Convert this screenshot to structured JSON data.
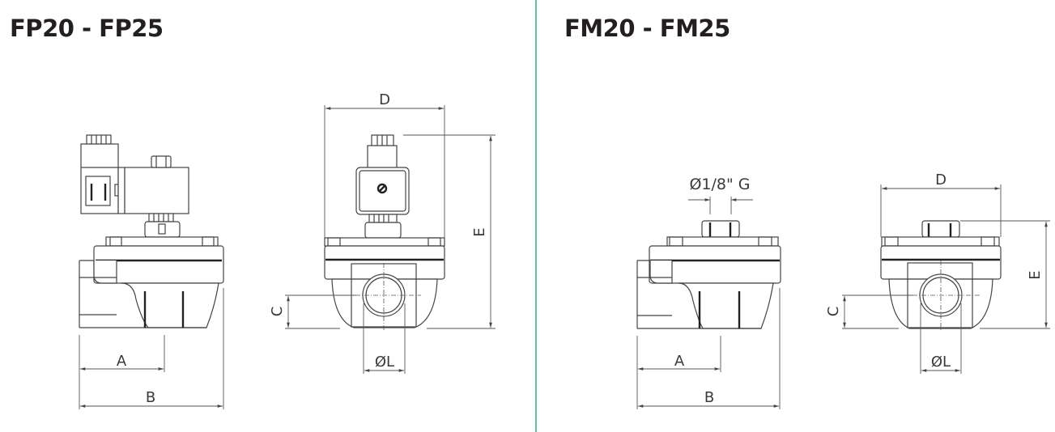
{
  "panels": {
    "left": {
      "title": "FP20 - FP25",
      "side_view": {
        "dim_labels": {
          "a": "A",
          "b": "B"
        }
      },
      "front_view": {
        "dim_labels": {
          "c": "C",
          "d": "D",
          "e": "E",
          "l": "ØL"
        }
      }
    },
    "right": {
      "title": "FM20 - FM25",
      "side_view": {
        "port_label": "Ø1/8\" G",
        "dim_labels": {
          "a": "A",
          "b": "B"
        }
      },
      "front_view": {
        "dim_labels": {
          "c": "C",
          "d": "D",
          "e": "E",
          "l": "ØL"
        }
      }
    }
  },
  "colors": {
    "divider": "#5cc29a",
    "title": "#231f20",
    "line": "#444444"
  }
}
